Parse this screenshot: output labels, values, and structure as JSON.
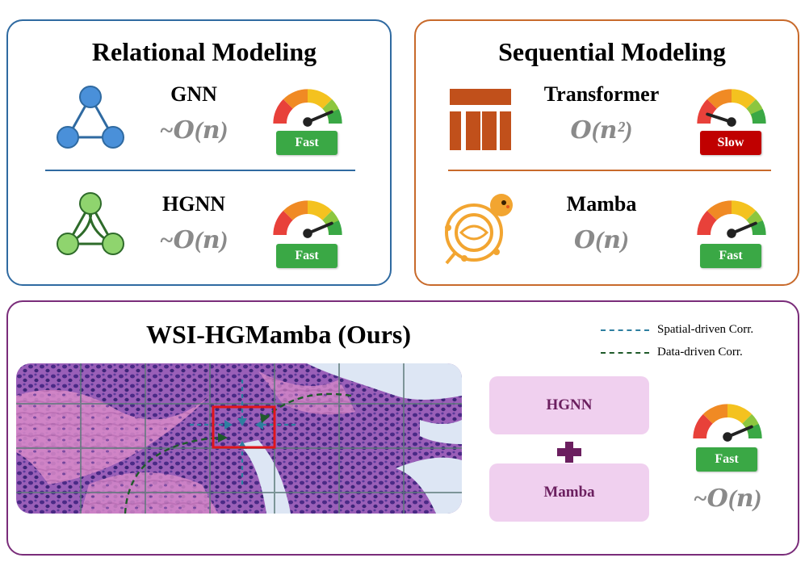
{
  "colors": {
    "relational_border": "#2f6aa1",
    "sequential_border": "#c86a2b",
    "ours_border": "#7a2d7a",
    "fast": "#3aa845",
    "slow": "#c00000",
    "spatial_line": "#2e7fa0",
    "data_line": "#1f5a2a"
  },
  "relational": {
    "title": "Relational Modeling",
    "models": [
      {
        "name": "GNN",
        "complexity": "~𝑶(𝒏)",
        "speed": "Fast",
        "icon": "triangle-graph-icon"
      },
      {
        "name": "HGNN",
        "complexity": "~𝑶(𝒏)",
        "speed": "Fast",
        "icon": "hypergraph-icon"
      }
    ]
  },
  "sequential": {
    "title": "Sequential Modeling",
    "models": [
      {
        "name": "Transformer",
        "complexity": "𝑶(𝒏²)",
        "speed": "Slow",
        "icon": "transformer-logo-icon"
      },
      {
        "name": "Mamba",
        "complexity": "𝑶(𝒏)",
        "speed": "Fast",
        "icon": "mamba-logo-icon"
      }
    ]
  },
  "ours": {
    "title": "WSI-HGMamba (Ours)",
    "legend": [
      {
        "label": "Spatial-driven Corr.",
        "color": "#2e7fa0"
      },
      {
        "label": "Data-driven Corr.",
        "color": "#1f5a2a"
      }
    ],
    "blocks": [
      "HGNN",
      "Mamba"
    ],
    "speed": "Fast",
    "complexity": "~𝑶(𝒏)"
  }
}
